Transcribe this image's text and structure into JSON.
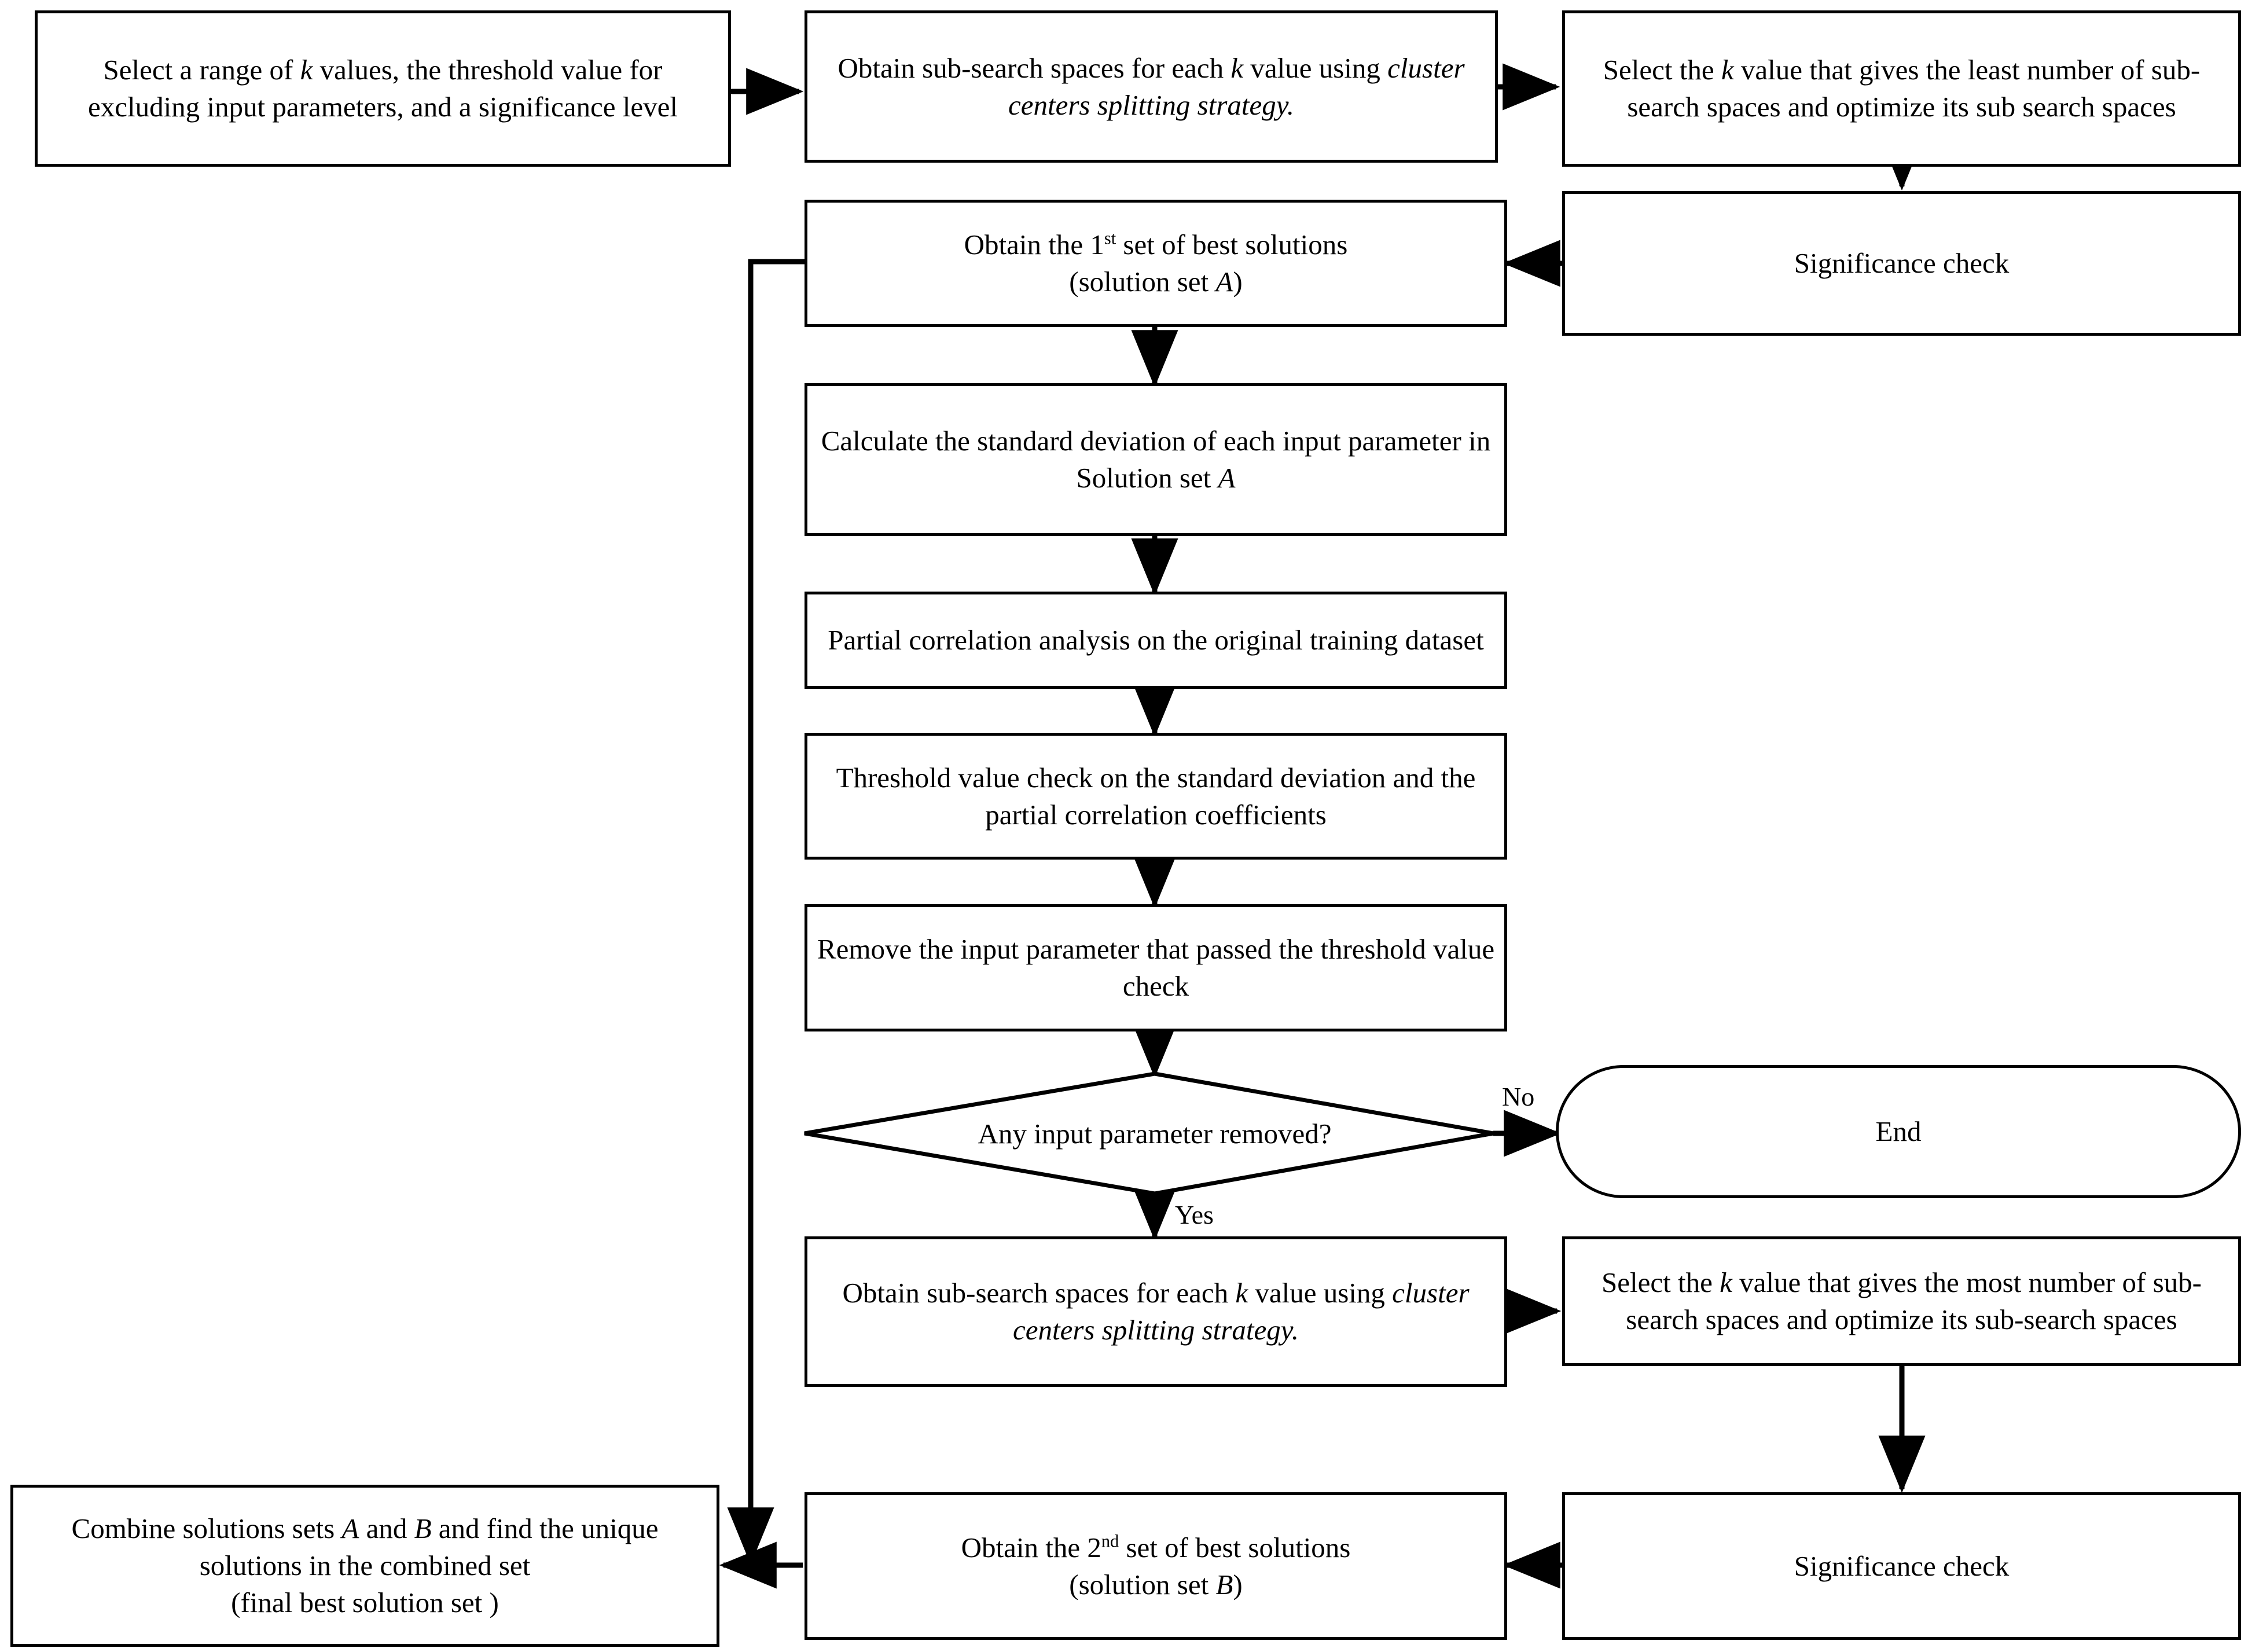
{
  "diagram": {
    "type": "flowchart",
    "title": "",
    "nodes": {
      "select_range": {
        "label": "Select a range of k values, the threshold value for excluding input parameters, and a significance level",
        "shape": "rectangle"
      },
      "obtain_subspaces_1": {
        "label": "Obtain sub-search spaces for each k value using cluster centers splitting strategy.",
        "shape": "rectangle"
      },
      "select_k_least": {
        "label": "Select the k value that gives the least number of sub-search spaces and optimize its sub search spaces",
        "shape": "rectangle"
      },
      "significance_check_1": {
        "label": "Significance check",
        "shape": "rectangle"
      },
      "obtain_set_a": {
        "label": "Obtain the 1st set of best solutions (solution set A)",
        "shape": "rectangle"
      },
      "calculate_std": {
        "label": "Calculate the standard deviation of each input parameter in Solution set A",
        "shape": "rectangle"
      },
      "partial_correlation": {
        "label": "Partial correlation analysis on the original training dataset",
        "shape": "rectangle"
      },
      "threshold_check": {
        "label": "Threshold value check on the standard deviation and the partial correlation coefficients",
        "shape": "rectangle"
      },
      "remove_param": {
        "label": "Remove the input parameter that passed the threshold value check",
        "shape": "rectangle"
      },
      "decision_removed": {
        "label": "Any input parameter removed?",
        "shape": "diamond"
      },
      "end": {
        "label": "End",
        "shape": "stadium"
      },
      "obtain_subspaces_2": {
        "label": "Obtain sub-search spaces for each k value using cluster centers splitting strategy.",
        "shape": "rectangle"
      },
      "select_k_most": {
        "label": "Select the k value that gives the most number of sub-search spaces and optimize its sub-search spaces",
        "shape": "rectangle"
      },
      "significance_check_2": {
        "label": "Significance check",
        "shape": "rectangle"
      },
      "obtain_set_b": {
        "label": "Obtain the 2nd set of best solutions (solution set B)",
        "shape": "rectangle"
      },
      "combine_sets": {
        "label": "Combine solutions sets A and B and find the unique solutions in the combined set (final best solution set )",
        "shape": "rectangle"
      }
    },
    "edge_labels": {
      "no": "No",
      "yes": "Yes"
    },
    "colors": {
      "stroke": "#000000",
      "fill": "#ffffff",
      "text": "#000000"
    }
  }
}
